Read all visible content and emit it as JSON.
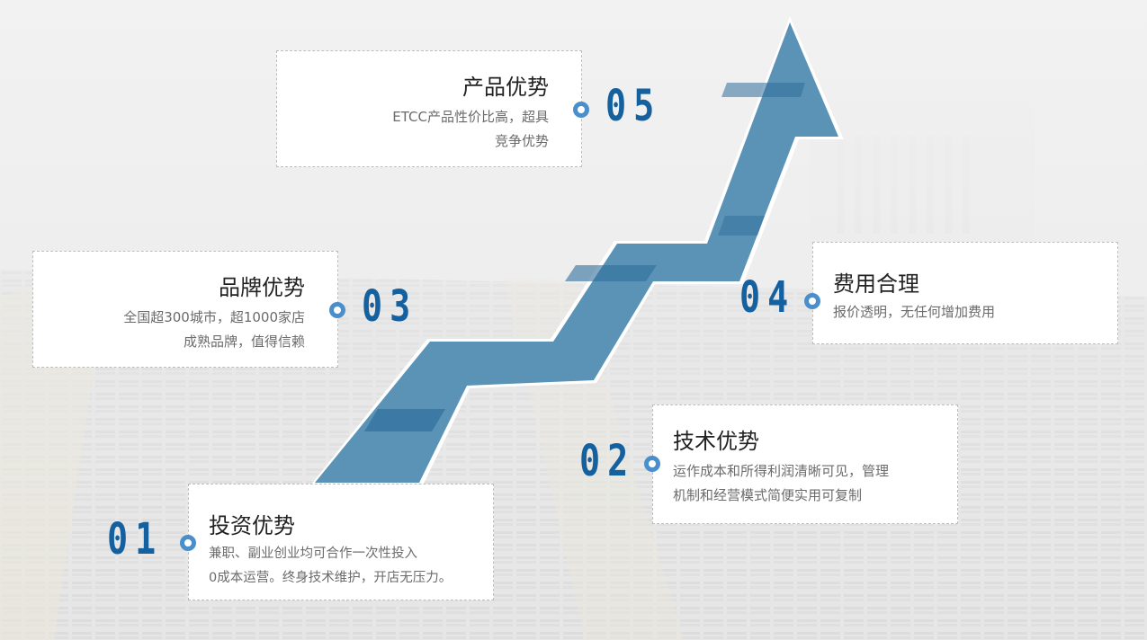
{
  "colors": {
    "accent": "#15609e",
    "arrow": "#4f8bb2",
    "dot": "#4a8fcb"
  },
  "steps": [
    {
      "number": "01",
      "title": "投资优势",
      "desc_lines": [
        "兼职、副业创业均可合作一次性投入",
        "0成本运营。终身技术维护，开店无压力。"
      ]
    },
    {
      "number": "02",
      "title": "技术优势",
      "desc_lines": [
        "运作成本和所得利润清晰可见，管理",
        "机制和经营模式简便实用可复制"
      ]
    },
    {
      "number": "03",
      "title": "品牌优势",
      "desc_lines": [
        "全国超300城市，超1000家店",
        "成熟品牌，值得信赖"
      ]
    },
    {
      "number": "04",
      "title": "费用合理",
      "desc_lines": [
        "报价透明，无任何增加费用"
      ]
    },
    {
      "number": "05",
      "title": "产品优势",
      "desc_lines": [
        "ETCC产品性价比高，超具",
        "竞争优势"
      ]
    }
  ]
}
